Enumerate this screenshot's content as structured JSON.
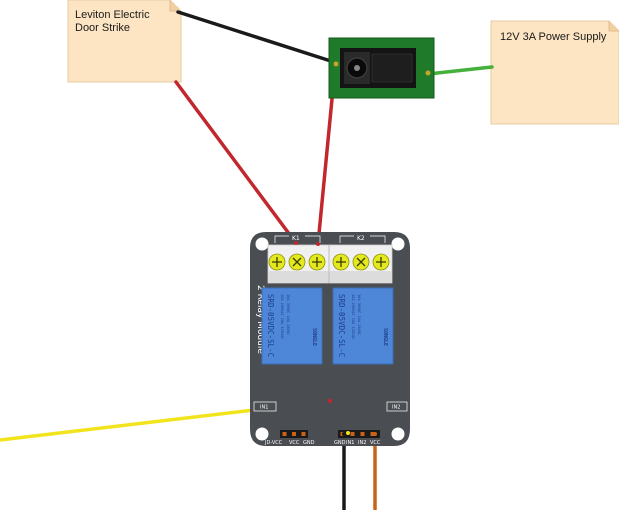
{
  "notes": {
    "strike_line1": "Leviton Electric",
    "strike_line2": "Door Strike",
    "power_label": "12V 3A Power Supply"
  },
  "board": {
    "title": "2 Relay Module",
    "relay_k1": "K1",
    "relay_k2": "K2",
    "in1": "IN1",
    "in2": "IN2",
    "header_left": [
      "JD-VCC",
      "VCC",
      "GND"
    ],
    "header_right": [
      "GND",
      "IN1",
      "IN2",
      "VCC"
    ]
  },
  "relays": [
    {
      "model": "SRD-05VDC-SL-C",
      "brand": "SONGLE",
      "specs": [
        "10A 250VAC  10A 125VAC",
        "10A 30VDC  10A 28VDC"
      ]
    },
    {
      "model": "SRD-05VDC-SL-C",
      "brand": "SONGLE",
      "specs": [
        "10A 250VAC  10A 125VAC",
        "10A 30VDC  10A 28VDC"
      ]
    }
  ],
  "colors": {
    "note_fill": "#fde5c4",
    "board": "#4a4d52",
    "relay_blue": "#4e86d8",
    "terminal_green": "#2f8a2f",
    "wire_red": "#c1272d",
    "wire_black": "#1a1a1a",
    "wire_green": "#45b13b",
    "wire_yellow": "#f2e41c",
    "wire_orange": "#c8641a",
    "screw": "#e3e91a"
  }
}
